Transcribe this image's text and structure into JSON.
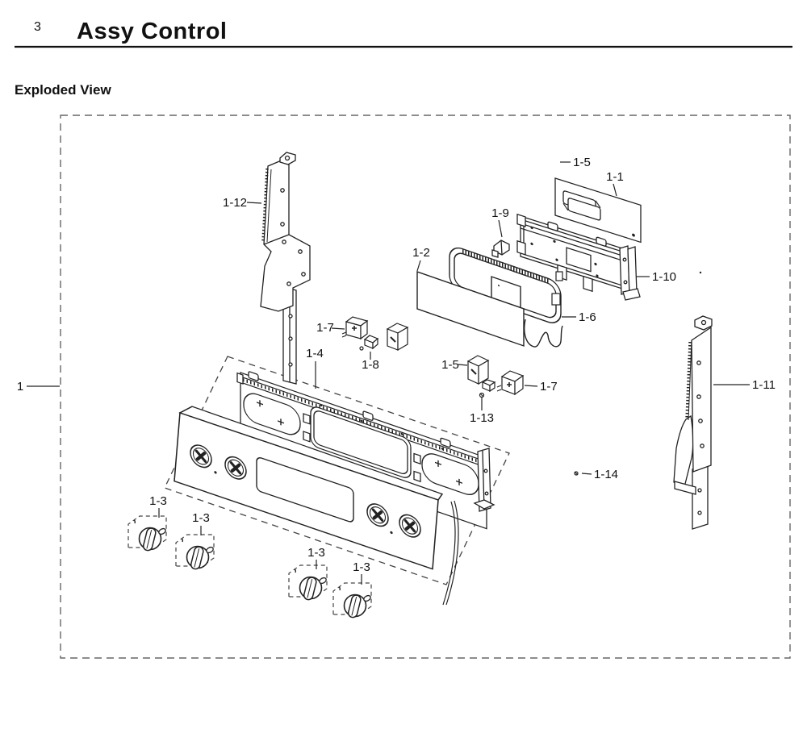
{
  "page": {
    "number": "3",
    "title": "Assy Control",
    "section_heading": "Exploded View"
  },
  "diagram": {
    "callouts": [
      {
        "label": "1"
      },
      {
        "label": "1-5"
      },
      {
        "label": "1-1"
      },
      {
        "label": "1-12"
      },
      {
        "label": "1-9"
      },
      {
        "label": "1-2"
      },
      {
        "label": "1-10"
      },
      {
        "label": "1-6"
      },
      {
        "label": "1-7"
      },
      {
        "label": "1-8"
      },
      {
        "label": "1-4"
      },
      {
        "label": "1-5"
      },
      {
        "label": "1-7"
      },
      {
        "label": "1-13"
      },
      {
        "label": "1-11"
      },
      {
        "label": "1-14"
      },
      {
        "label": "1-3"
      },
      {
        "label": "1-3"
      },
      {
        "label": "1-3"
      },
      {
        "label": "1-3"
      }
    ]
  }
}
